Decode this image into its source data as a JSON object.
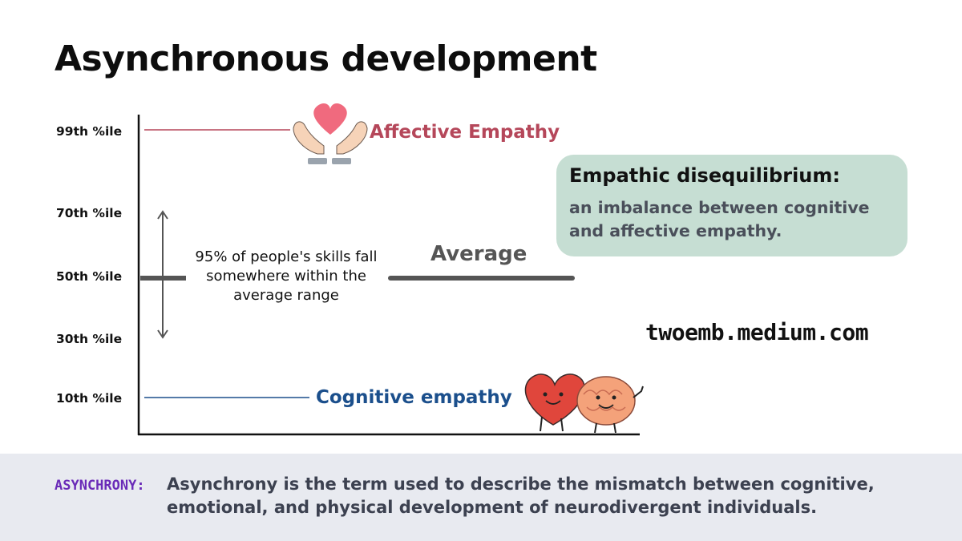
{
  "title": "Asynchronous development",
  "axis": {
    "ticks": [
      "99th %ile",
      "70th %ile",
      "50th %ile",
      "30th %ile",
      "10th %ile"
    ]
  },
  "levels": {
    "affective": "Affective Empathy",
    "average": "Average",
    "cognitive": "Cognitive empathy"
  },
  "range_note": "95% of people's skills fall somewhere within the average range",
  "callout": {
    "heading": "Empathic disequilibrium:",
    "body": "an imbalance between cognitive and affective empathy."
  },
  "url": "twoemb.medium.com",
  "footer": {
    "term": "ASYNCHRONY:",
    "definition": "Asynchrony is the term used to describe the mismatch between cognitive, emotional, and physical development of neurodivergent individuals."
  },
  "icons": [
    "heart-hands-icon",
    "heart-and-brain-icon",
    "double-arrow-icon"
  ],
  "colors": {
    "affective": "#b5475a",
    "cognitive": "#1b4f8c",
    "average": "#555555",
    "callout_bg": "#c6ded3",
    "footer_bg": "#e8eaf0",
    "footer_term": "#6a2bb8"
  }
}
